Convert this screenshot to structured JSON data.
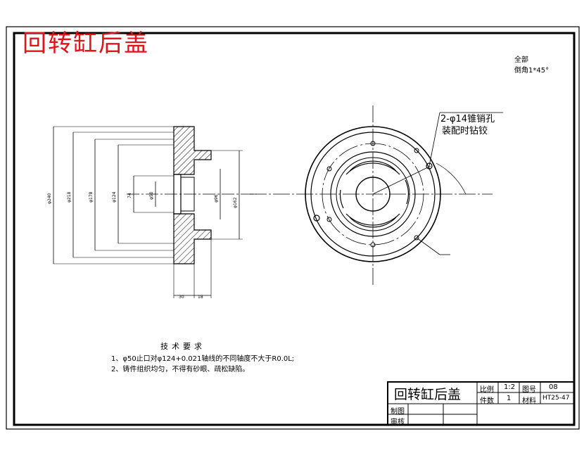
{
  "drawing": {
    "title": "回转缸后盖",
    "corner_notes": [
      "全部",
      "倒角1*45°"
    ],
    "hole_note_line1": "2-φ14锥销孔",
    "hole_note_line2": "装配时钻铰",
    "tech_requirements": {
      "title": "技术要求",
      "items": [
        "1、φ50止口对φ124+0.021轴线的不同轴度不大于R0.0L;",
        "2、铸件组织均匀，不得有砂眼、疏松缺陷。"
      ]
    },
    "title_block": {
      "part_name": "回转缸后盖",
      "scale_label": "比例",
      "scale_value": "1:2",
      "drawing_no_label": "图号",
      "drawing_no_value": "08",
      "qty_label": "件数",
      "qty_value": "1",
      "material_label": "材料",
      "material_value": "HT25-47",
      "drawn_label": "制图",
      "checked_label": "审核"
    }
  }
}
